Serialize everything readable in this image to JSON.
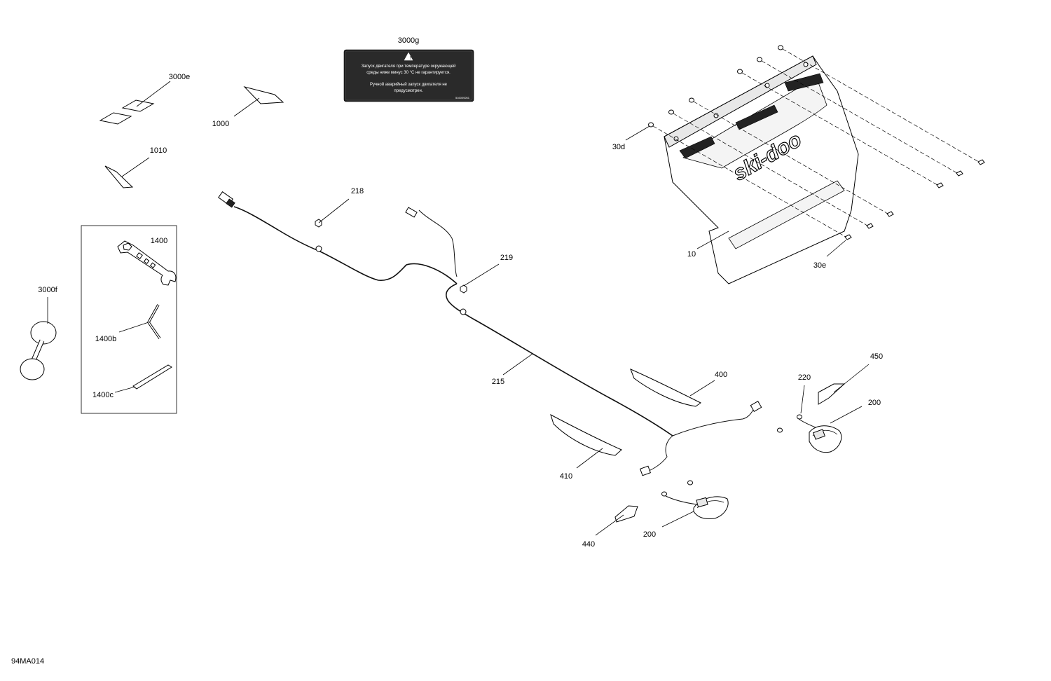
{
  "diagram_id": "94MA014",
  "decal_3000g": {
    "line1": "Запуск двигателя при температуре окружающей",
    "line2": "среды ниже минус 30 °C не гарантируется.",
    "line3": "Ручной аварийный запуск двигателя не",
    "line4": "предусмотрен.",
    "code": "516009261"
  },
  "flap_logo": "ski-doo",
  "callouts": {
    "c3000g": "3000g",
    "c3000e": "3000e",
    "c1000": "1000",
    "c1010": "1010",
    "c218": "218",
    "c1400": "1400",
    "c3000f": "3000f",
    "c1400b": "1400b",
    "c1400c": "1400c",
    "c219": "219",
    "c215": "215",
    "c30d": "30d",
    "c10": "10",
    "c30e": "30e",
    "c400": "400",
    "c450": "450",
    "c220": "220",
    "c200a": "200",
    "c410": "410",
    "c440": "440",
    "c200b": "200"
  }
}
